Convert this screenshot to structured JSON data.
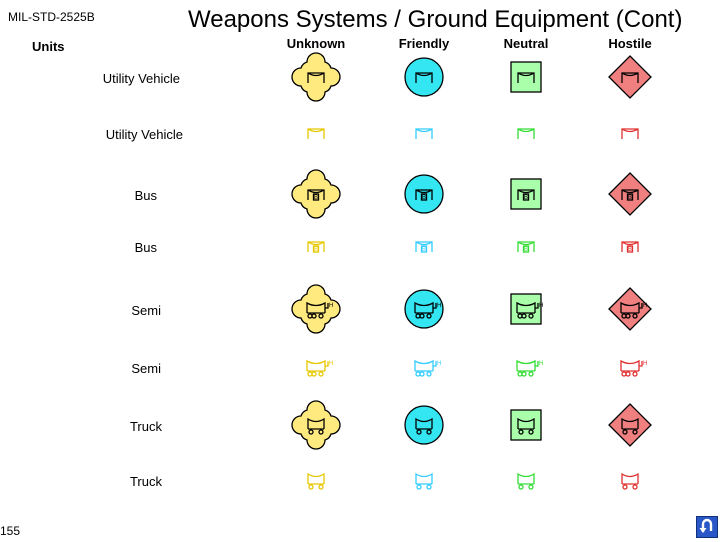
{
  "header": {
    "standard": "MIL-STD-2525B",
    "title": "Weapons Systems / Ground Equipment (Cont)",
    "units_label": "Units",
    "page_number": "155"
  },
  "columns": [
    "Unknown",
    "Friendly",
    "Neutral",
    "Hostile"
  ],
  "affiliation_colors": {
    "Unknown": {
      "fill": "#ffea80",
      "line": "#e6c800"
    },
    "Friendly": {
      "fill": "#33e6f2",
      "line": "#33ccff"
    },
    "Neutral": {
      "fill": "#aaffaa",
      "line": "#33dd33"
    },
    "Hostile": {
      "fill": "#f08080",
      "line": "#e03030"
    }
  },
  "rows": [
    {
      "label": "Utility Vehicle",
      "type": "utility",
      "framed": true
    },
    {
      "label": "Utility Vehicle",
      "type": "utility",
      "framed": false
    },
    {
      "label": "Bus",
      "type": "bus",
      "framed": true
    },
    {
      "label": "Bus",
      "type": "bus",
      "framed": false
    },
    {
      "label": "Semi",
      "type": "semi",
      "framed": true
    },
    {
      "label": "Semi",
      "type": "semi",
      "framed": false
    },
    {
      "label": "Truck",
      "type": "truck",
      "framed": true
    },
    {
      "label": "Truck",
      "type": "truck",
      "framed": false
    }
  ],
  "bus_glyph": "B",
  "semi_glyph": "H",
  "nav": {
    "back_icon": "u-turn-back-icon"
  }
}
